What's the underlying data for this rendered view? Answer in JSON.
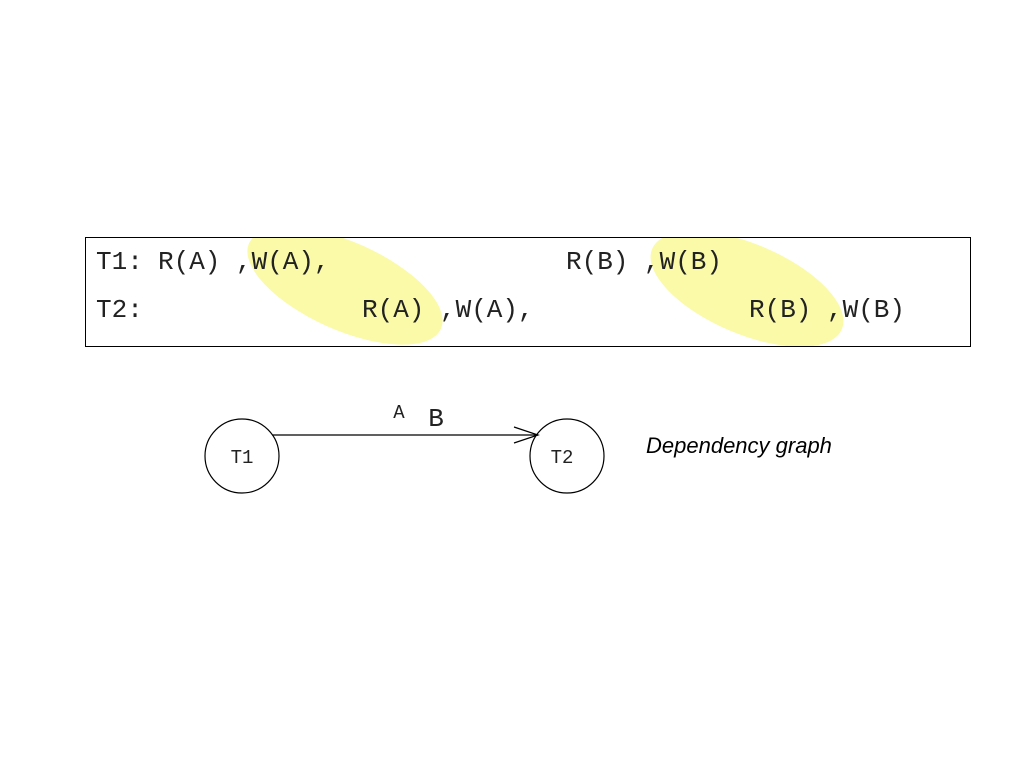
{
  "schedule": {
    "t1": {
      "label": "T1:",
      "ops": [
        "R(A)",
        ",W(A),",
        "R(B)",
        ",W(B)"
      ]
    },
    "t2": {
      "label": "T2:",
      "ops": [
        "R(A)",
        ",W(A),",
        "R(B)",
        ",W(B)"
      ]
    },
    "highlight_color": "#fafaa8"
  },
  "graph": {
    "nodes": [
      "T1",
      "T2"
    ],
    "edge_labels": [
      "A",
      "B"
    ],
    "caption": "Dependency graph"
  }
}
